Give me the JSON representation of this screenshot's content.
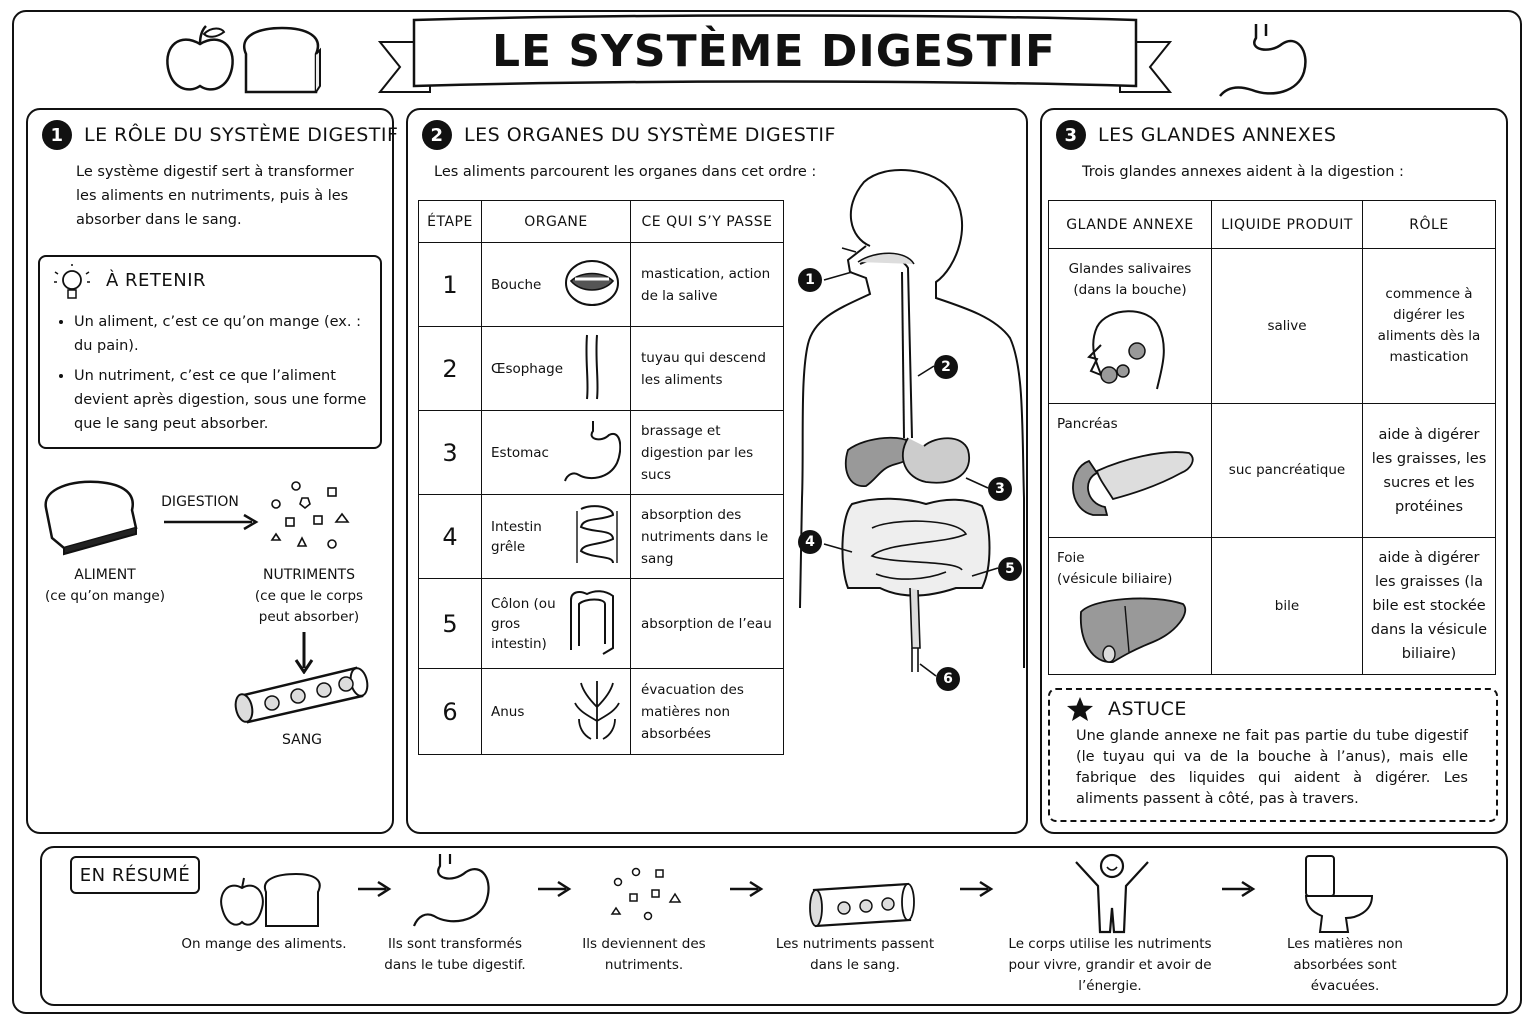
{
  "title": "LE SYSTÈME DIGESTIF",
  "section1": {
    "number": "1",
    "heading": "LE RÔLE DU SYSTÈME DIGESTIF",
    "intro": "Le système digestif sert à transformer les aliments en nutriments, puis à les absorber dans le sang.",
    "retenir_title": "À RETENIR",
    "retenir_items": [
      "Un aliment, c’est ce qu’on mange (ex. : du pain).",
      "Un nutriment, c’est ce que l’aliment devient après digestion, sous une forme que le sang peut absorber."
    ],
    "arrow_label": "DIGESTION",
    "aliment_label": "ALIMENT",
    "aliment_sub": "(ce qu’on mange)",
    "nutriments_label": "NUTRIMENTS",
    "nutriments_sub": "(ce que le corps peut absorber)",
    "sang_label": "SANG"
  },
  "section2": {
    "number": "2",
    "heading": "LES ORGANES DU SYSTÈME DIGESTIF",
    "intro": "Les aliments parcourent les organes dans cet ordre :",
    "columns": [
      "ÉTAPE",
      "ORGANE",
      "CE QUI S’Y PASSE"
    ],
    "rows": [
      {
        "step": "1",
        "organ": "Bouche",
        "desc": "mastication, action de la salive",
        "icon": "mouth-icon"
      },
      {
        "step": "2",
        "organ": "Œsophage",
        "desc": "tuyau qui descend les aliments",
        "icon": "esophagus-icon"
      },
      {
        "step": "3",
        "organ": "Estomac",
        "desc": "brassage et digestion par les sucs",
        "icon": "stomach-icon"
      },
      {
        "step": "4",
        "organ": "Intestin grêle",
        "desc": "absorption des nutriments dans le sang",
        "icon": "small-intestine-icon"
      },
      {
        "step": "5",
        "organ": "Côlon (ou gros intestin)",
        "desc": "absorption de l’eau",
        "icon": "colon-icon"
      },
      {
        "step": "6",
        "organ": "Anus",
        "desc": "évacuation des matières non absorbées",
        "icon": "anus-icon"
      }
    ],
    "diagram_markers": [
      "1",
      "2",
      "3",
      "4",
      "5",
      "6"
    ]
  },
  "section3": {
    "number": "3",
    "heading": "LES GLANDES ANNEXES",
    "intro": "Trois glandes annexes aident à la digestion :",
    "columns": [
      "GLANDE ANNEXE",
      "LIQUIDE PRODUIT",
      "RÔLE"
    ],
    "rows": [
      {
        "gland": "Glandes salivaires",
        "gland_sub": "(dans la bouche)",
        "liquid": "salive",
        "role": "commence à digérer les aliments dès la mastication"
      },
      {
        "gland": "Pancréas",
        "gland_sub": "",
        "liquid": "suc pancréatique",
        "role": "aide à digérer les graisses, les sucres et les protéines"
      },
      {
        "gland": "Foie",
        "gland_sub": "(vésicule biliaire)",
        "liquid": "bile",
        "role": "aide à digérer les graisses (la bile est stockée dans la vésicule biliaire)"
      }
    ],
    "astuce_title": "ASTUCE",
    "astuce_text": "Une glande annexe ne fait pas partie du tube digestif (le tuyau qui va de la bouche à l’anus), mais elle fabrique des liquides qui aident à digérer. Les aliments passent à côté, pas à travers."
  },
  "summary": {
    "label": "EN RÉSUMÉ",
    "steps": [
      "On mange des aliments.",
      "Ils sont transformés dans le tube digestif.",
      "Ils deviennent des nutriments.",
      "Les nutriments passent dans le sang.",
      "Le corps utilise les nutriments pour vivre, grandir et avoir de l’énergie.",
      "Les matières non absorbées sont évacuées."
    ]
  }
}
